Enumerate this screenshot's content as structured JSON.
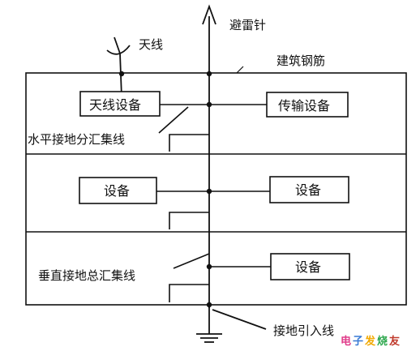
{
  "labels": {
    "lightning_rod": "避雷针",
    "antenna": "天线",
    "building_rebar": "建筑钢筋",
    "horizontal_bus": "水平接地分汇集线",
    "vertical_bus": "垂直接地总汇集线",
    "ground_lead": "接地引入线"
  },
  "boxes": {
    "antenna_equipment": "天线设备",
    "transmission_equipment": "传输设备",
    "equipment_left_2": "设备",
    "equipment_right_2": "设备",
    "equipment_right_3": "设备"
  },
  "watermark": {
    "text": "电子发烧友",
    "colors": [
      "#e03c8a",
      "#3a7bd5",
      "#f2a900",
      "#2fa84f",
      "#c0392b"
    ]
  },
  "colors": {
    "stroke": "#111111",
    "background": "#ffffff"
  }
}
